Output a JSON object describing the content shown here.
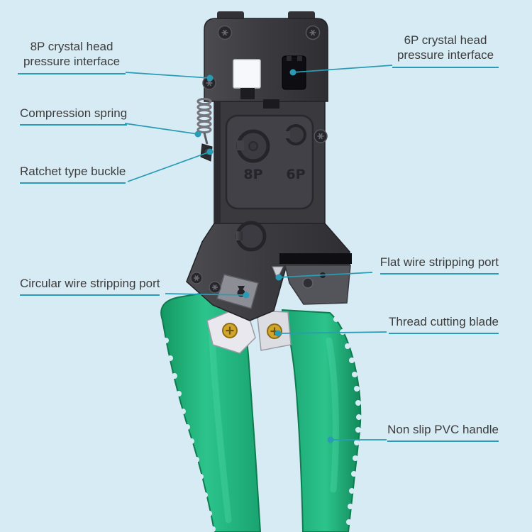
{
  "scene": {
    "background_color": "#d7ebf4",
    "accent_color": "#2a9bb5",
    "label_text_color": "#3c3c3c"
  },
  "tool": {
    "head_color": "#3a3a3f",
    "handle_color": "#23b57e",
    "blade_screw_color": "#d2a62c",
    "port_labels": {
      "p8": "8P",
      "p6": "6P"
    }
  },
  "annotations": [
    {
      "label": "8P crystal head pressure interface"
    },
    {
      "label": "6P crystal head pressure interface"
    },
    {
      "label": "Compression spring"
    },
    {
      "label": "Ratchet type buckle"
    },
    {
      "label": "Circular wire stripping port"
    },
    {
      "label": "Flat wire stripping port"
    },
    {
      "label": "Thread cutting blade"
    },
    {
      "label": "Non slip PVC handle"
    }
  ]
}
